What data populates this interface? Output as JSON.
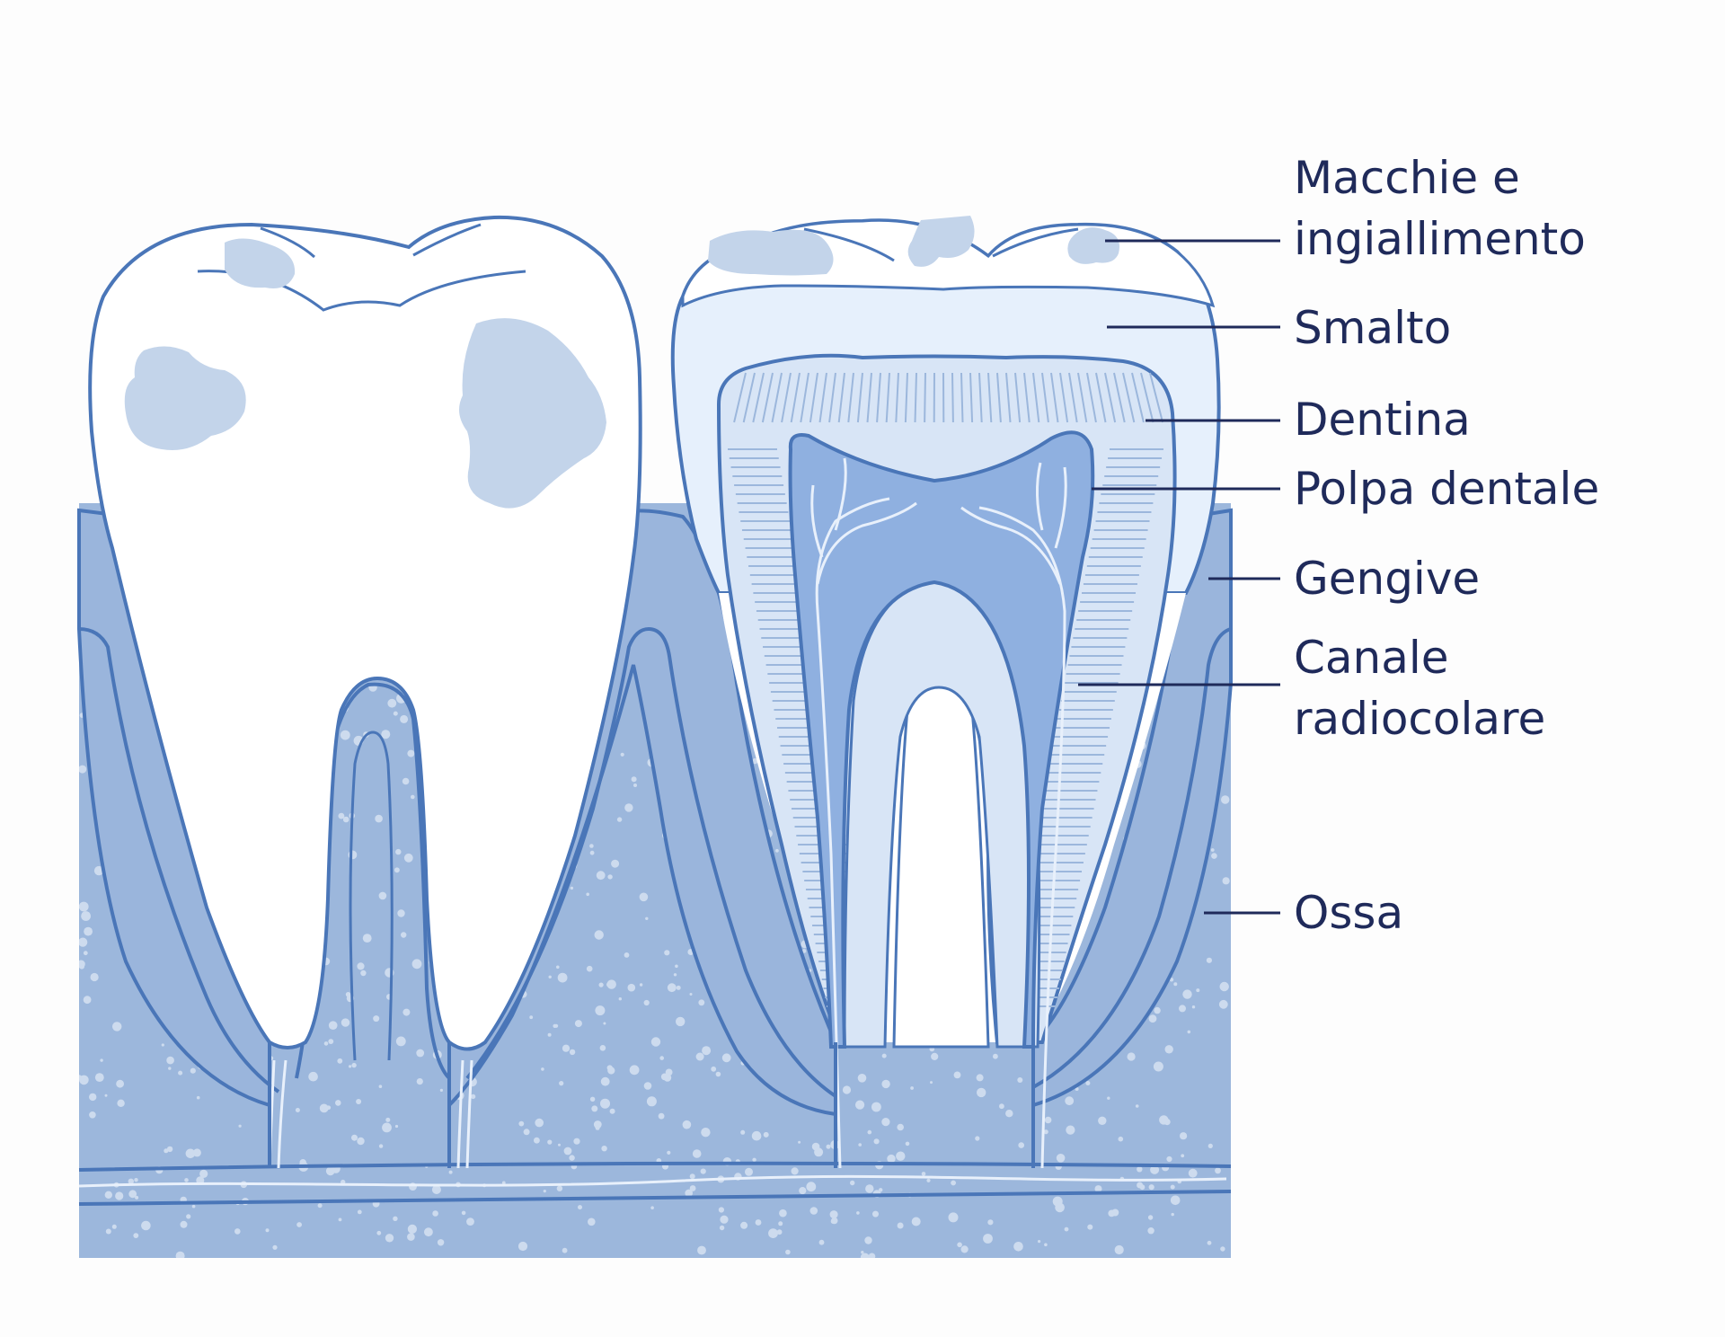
{
  "labels": {
    "stains_l1": "Macchie e",
    "stains_l2": "ingiallimento",
    "enamel": "Smalto",
    "dentin": "Dentina",
    "pulp": "Polpa dentale",
    "gums": "Gengive",
    "canal_l1": "Canale",
    "canal_l2": "radiocolare",
    "bone": "Ossa"
  },
  "colors": {
    "outline": "#4a76b8",
    "bone": "#9cb7dc",
    "gum": "#9ab5dc",
    "enamel": "#e6f0fc",
    "dentin": "#d8e5f6",
    "pulp": "#8fb0e0",
    "stain": "#c3d4ea",
    "text": "#1f2a5a",
    "nerve": "#e8f0fb"
  }
}
